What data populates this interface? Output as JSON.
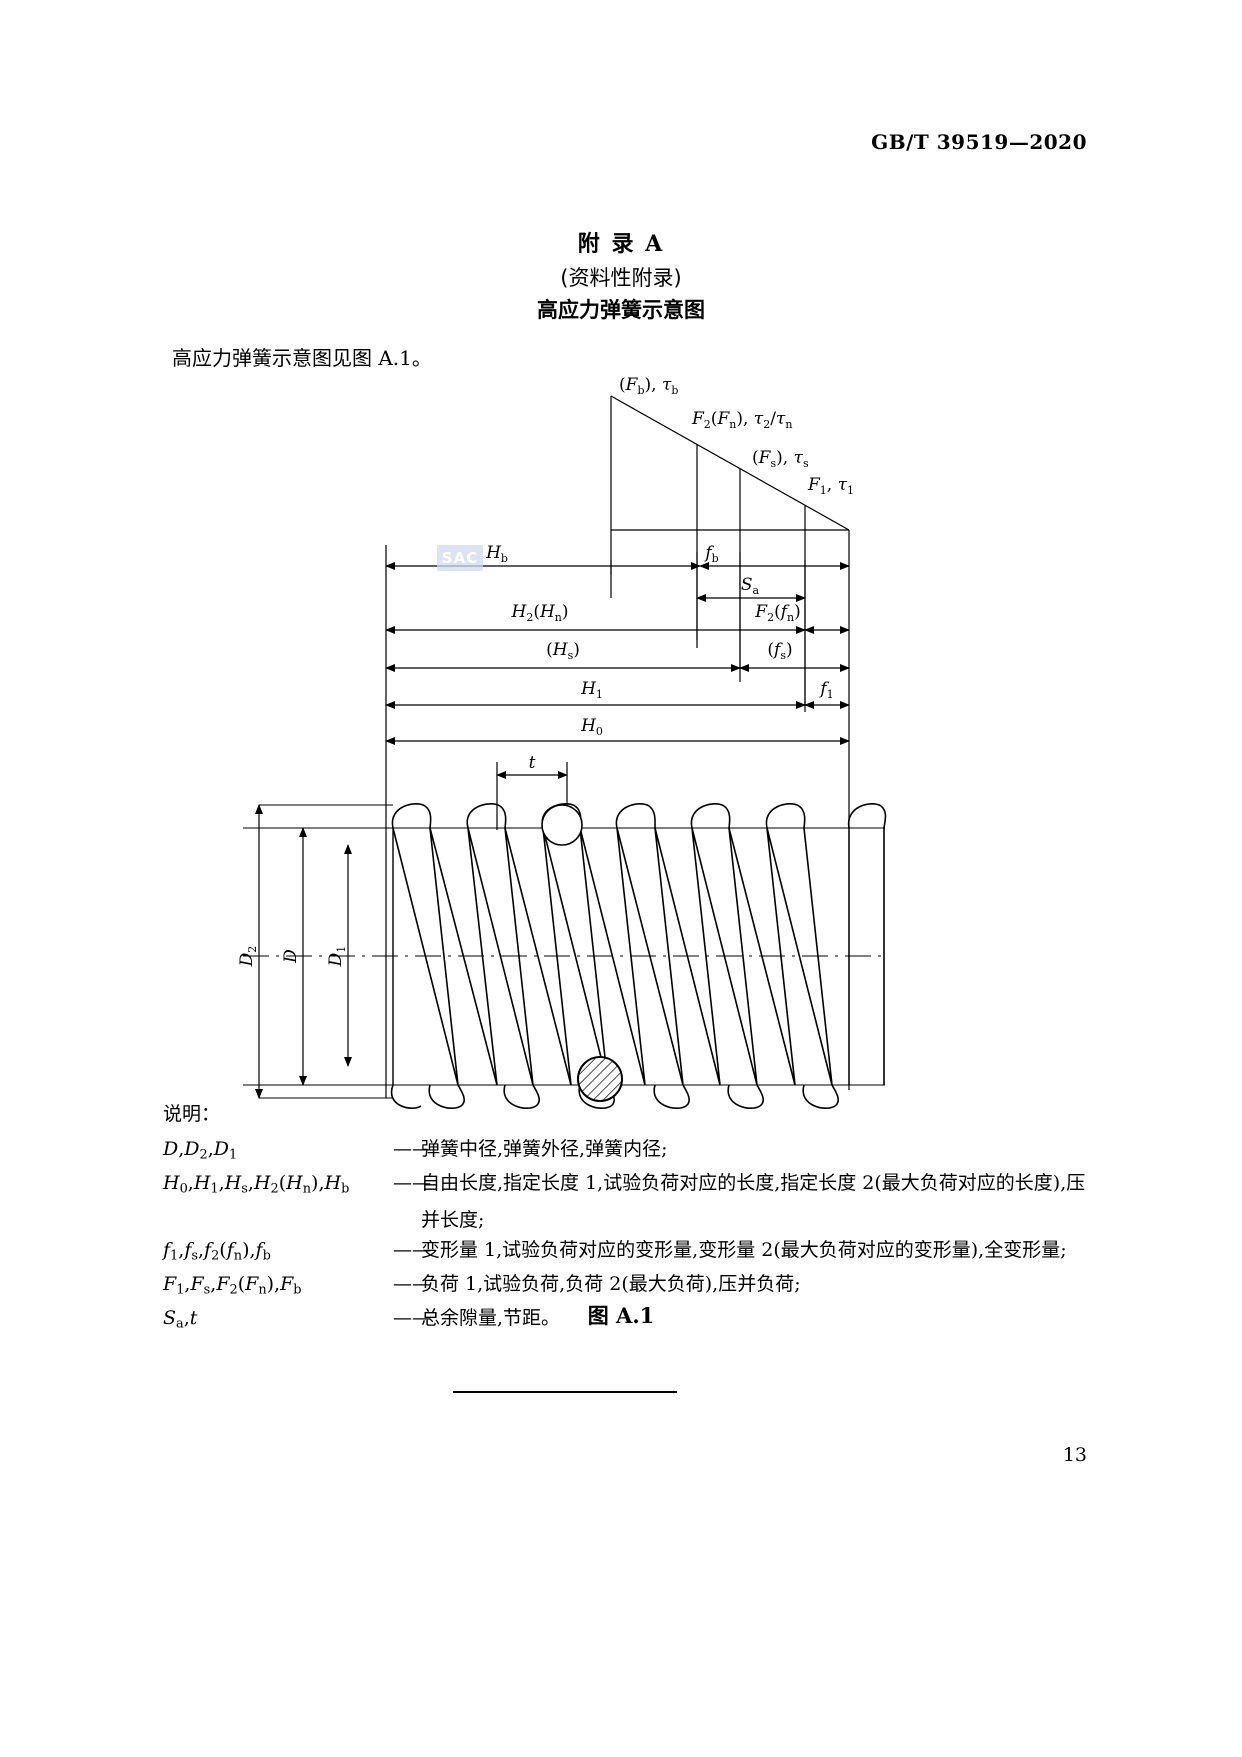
{
  "header": {
    "standard_no": "GB/T 39519—2020"
  },
  "annex": {
    "title": "附  录  A",
    "nature": "(资料性附录)",
    "subject": "高应力弹簧示意图"
  },
  "intro": {
    "text": "高应力弹簧示意图见图 A.1。"
  },
  "figure": {
    "caption": "图 A.1",
    "watermark": "SAC",
    "force_labels": [
      {
        "id": "fb",
        "text": "(F b), τb"
      },
      {
        "id": "f2",
        "text": "F2(Fn), τ2/τn"
      },
      {
        "id": "fs",
        "text": "(Fs), τs"
      },
      {
        "id": "f1",
        "text": "F1, τ1"
      }
    ],
    "dimension_labels": [
      {
        "id": "Hb",
        "text": "Hb"
      },
      {
        "id": "fb",
        "text": "fb"
      },
      {
        "id": "Sa",
        "text": "Sa"
      },
      {
        "id": "H2Hn",
        "text": "H2(Hn)"
      },
      {
        "id": "F2fn",
        "text": "F2(fn)"
      },
      {
        "id": "Hs",
        "text": "(Hs)"
      },
      {
        "id": "fs",
        "text": "(fs)"
      },
      {
        "id": "H1",
        "text": "H1"
      },
      {
        "id": "f1",
        "text": "f1"
      },
      {
        "id": "H0",
        "text": "H0"
      },
      {
        "id": "t",
        "text": "t"
      }
    ],
    "diameter_labels": [
      {
        "id": "D2",
        "text": "D2"
      },
      {
        "id": "D",
        "text": "D"
      },
      {
        "id": "D1",
        "text": "D1"
      }
    ]
  },
  "legend": {
    "title": "说明：",
    "rows": [
      {
        "symbols": "D,D2,D1",
        "dash": "——",
        "text": "弹簧中径,弹簧外径,弹簧内径;",
        "cont": ""
      },
      {
        "symbols": "H0,H1,Hs,H2(Hn),Hb",
        "dash": "——",
        "text": "自由长度,指定长度 1,试验负荷对应的长度,指定长度 2(最大负荷对应的长度),压",
        "cont": "并长度;"
      },
      {
        "symbols": "f1,fs,f2(fn),fb",
        "dash": "——",
        "text": "变形量 1,试验负荷对应的变形量,变形量 2(最大负荷对应的变形量),全变形量;",
        "cont": ""
      },
      {
        "symbols": "F1,Fs,F2(Fn),Fb",
        "dash": "——",
        "text": "负荷 1,试验负荷,负荷 2(最大负荷),压并负荷;",
        "cont": ""
      },
      {
        "symbols": "Sa,t",
        "dash": "——",
        "text": "总余隙量,节距。",
        "cont": ""
      }
    ]
  },
  "footer": {
    "page_number": "13"
  }
}
